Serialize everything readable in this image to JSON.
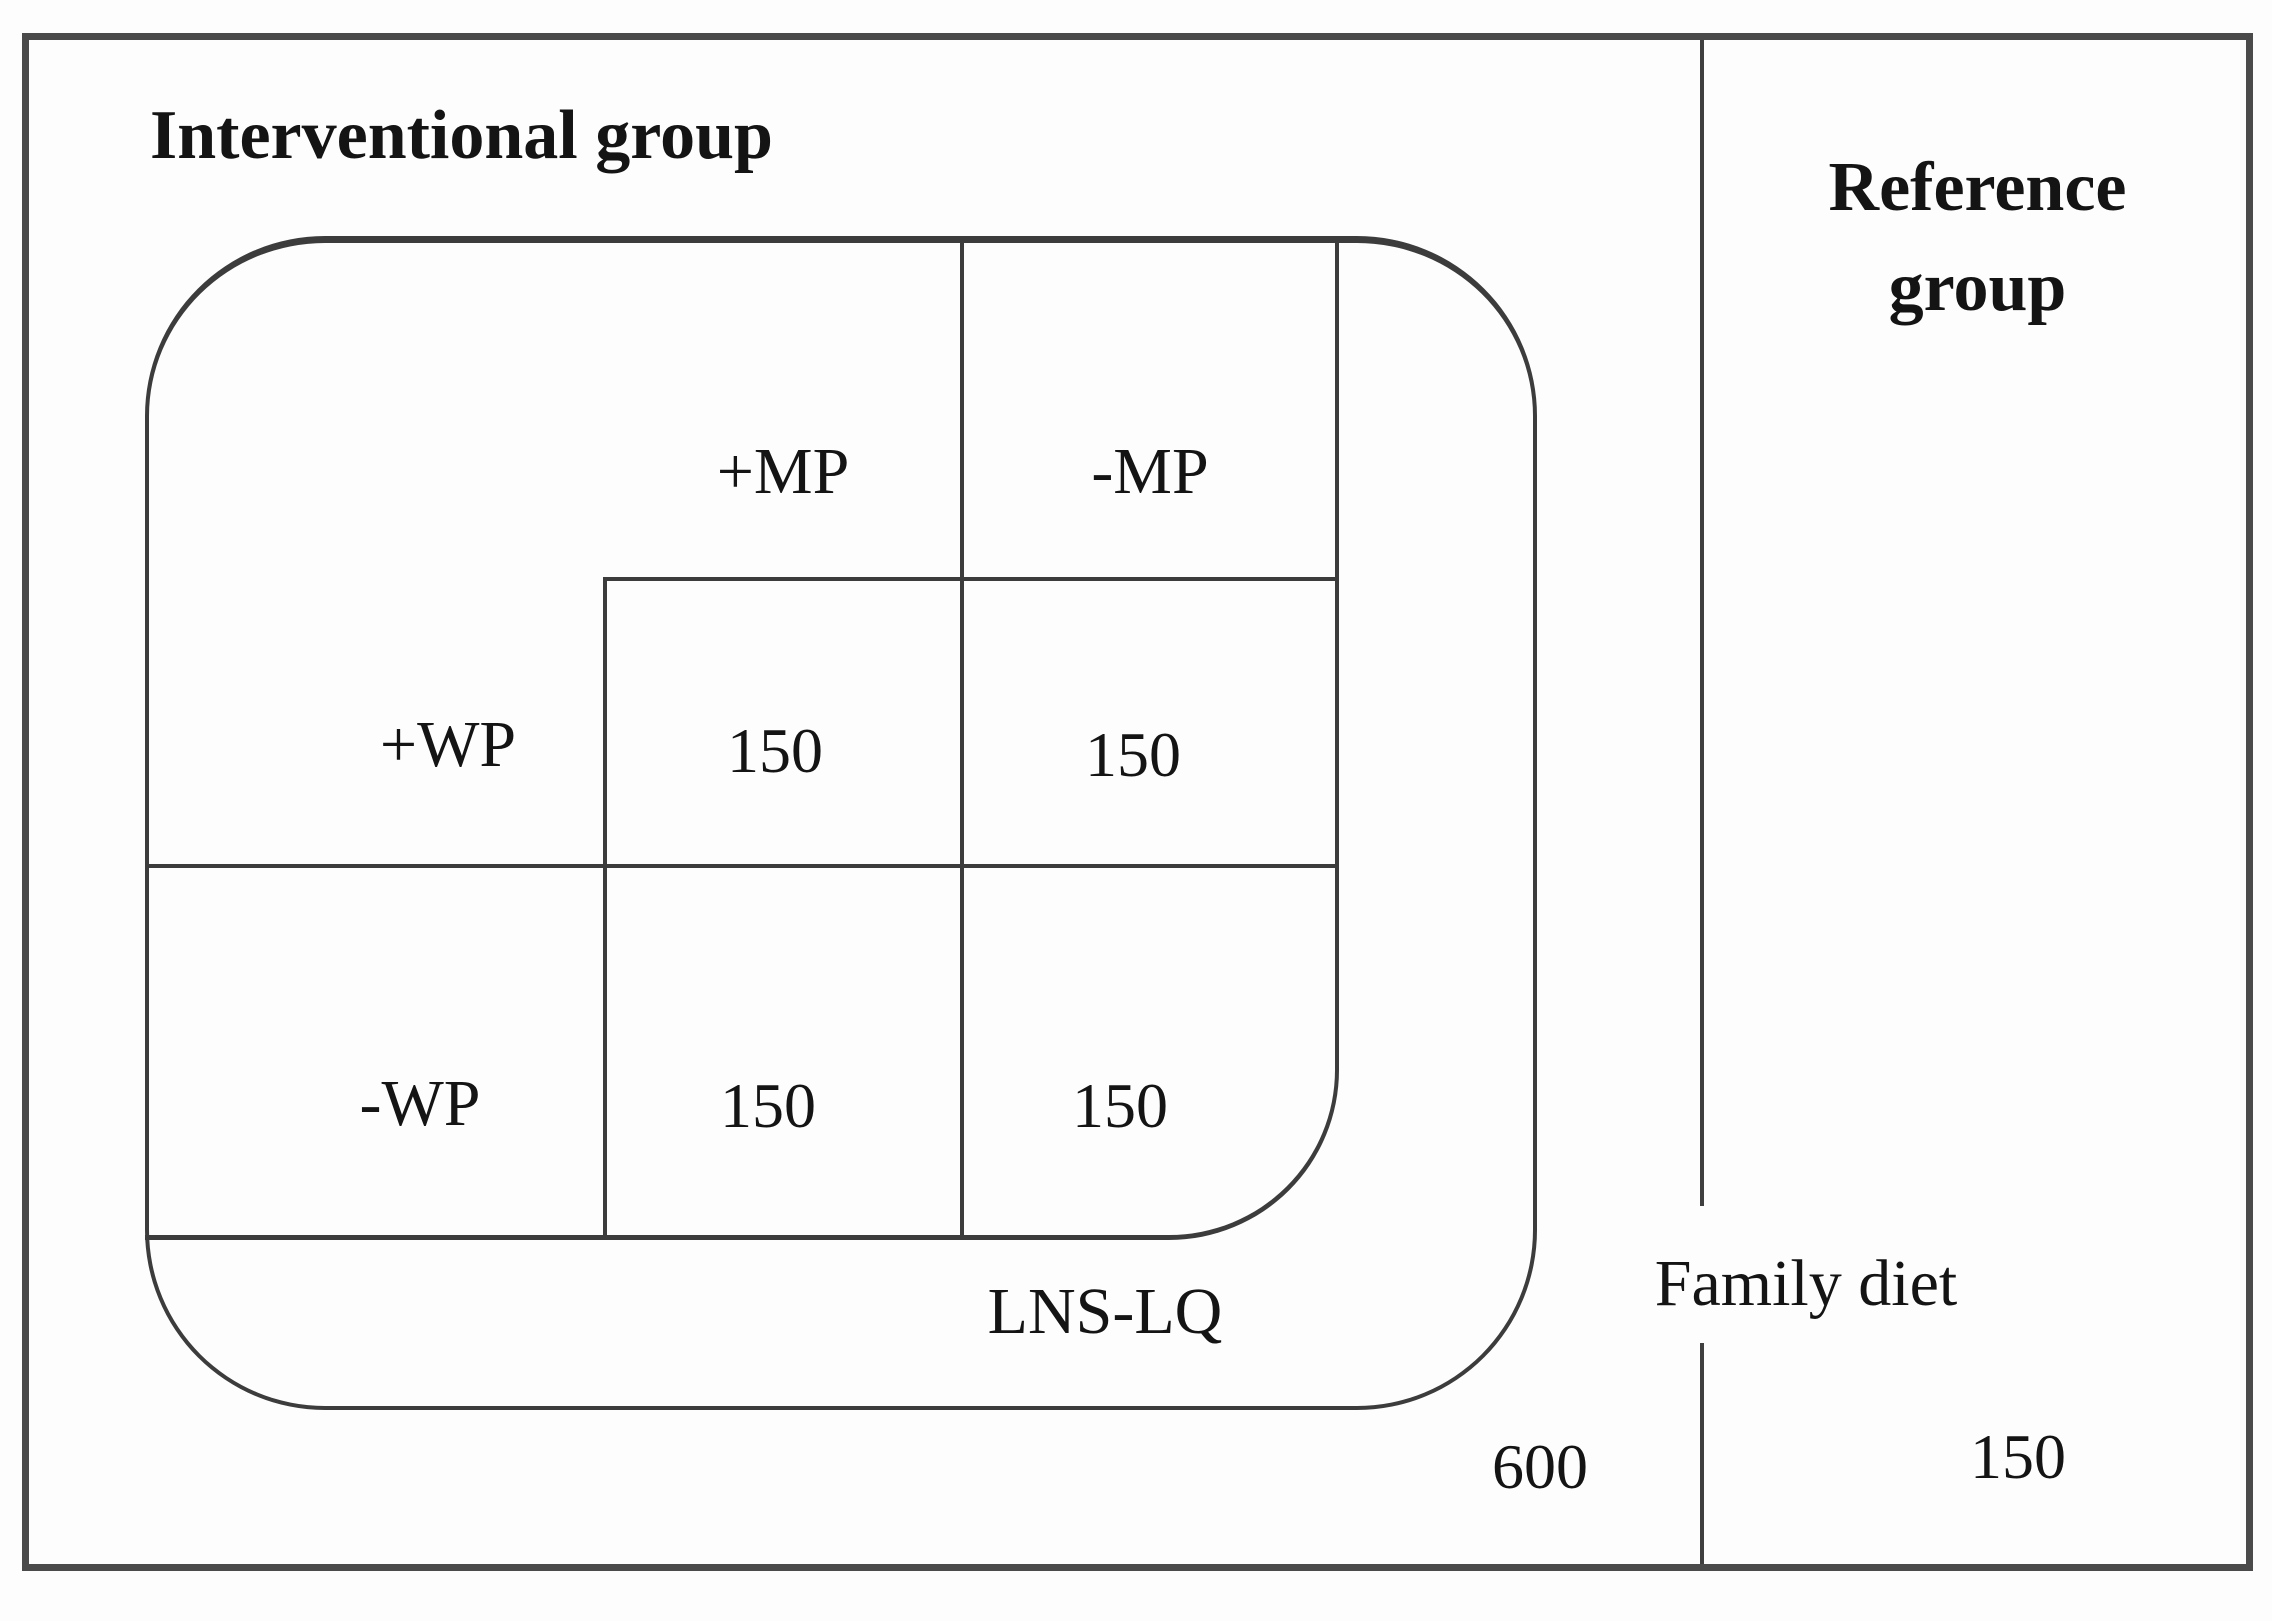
{
  "colors": {
    "background": "#fdfdfd",
    "frame": "#4a4a4a",
    "lines": "#3c3c3c",
    "text": "#141414"
  },
  "interventional": {
    "title": "Interventional group",
    "table": {
      "col_headers": [
        "+MP",
        "-MP"
      ],
      "row_headers": [
        "+WP",
        "-WP"
      ],
      "cells": [
        [
          "150",
          "150"
        ],
        [
          "150",
          "150"
        ]
      ],
      "container_label": "LNS-LQ"
    },
    "total": "600"
  },
  "reference": {
    "title_line1": "Reference",
    "title_line2": "group",
    "total": "150"
  },
  "shared": {
    "family_diet_label": "Family diet"
  }
}
